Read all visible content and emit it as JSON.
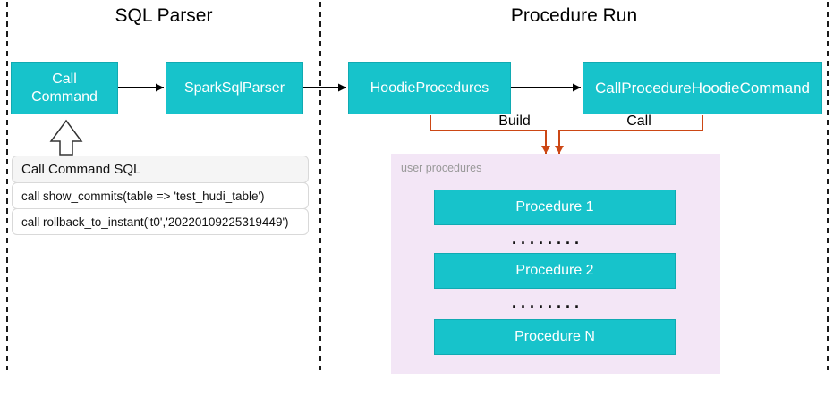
{
  "diagram": {
    "sections": {
      "sql_parser_title": "SQL Parser",
      "procedure_run_title": "Procedure Run"
    },
    "nodes": {
      "call_command": "Call Command",
      "spark_sql_parser": "SparkSqlParser",
      "hoodie_procedures": "HoodieProcedures",
      "call_procedure_hoodie_command": "CallProcedureHoodieCommand"
    },
    "edge_labels": {
      "build": "Build",
      "call": "Call"
    },
    "sql_table": {
      "header": "Call Command SQL",
      "rows": [
        "call show_commits(table => 'test_hudi_table')",
        "call rollback_to_instant('t0','20220109225319449')"
      ]
    },
    "user_procedures": {
      "label": "user procedures",
      "items": [
        "Procedure 1",
        "Procedure 2",
        "Procedure N"
      ],
      "dots": "........"
    },
    "colors": {
      "node_teal": "#17C3CB",
      "node_border_teal": "#10AAB2",
      "connector_orange": "#CC4715",
      "panel_pink": "#F3E6F6",
      "arrow_black": "#000000"
    }
  }
}
